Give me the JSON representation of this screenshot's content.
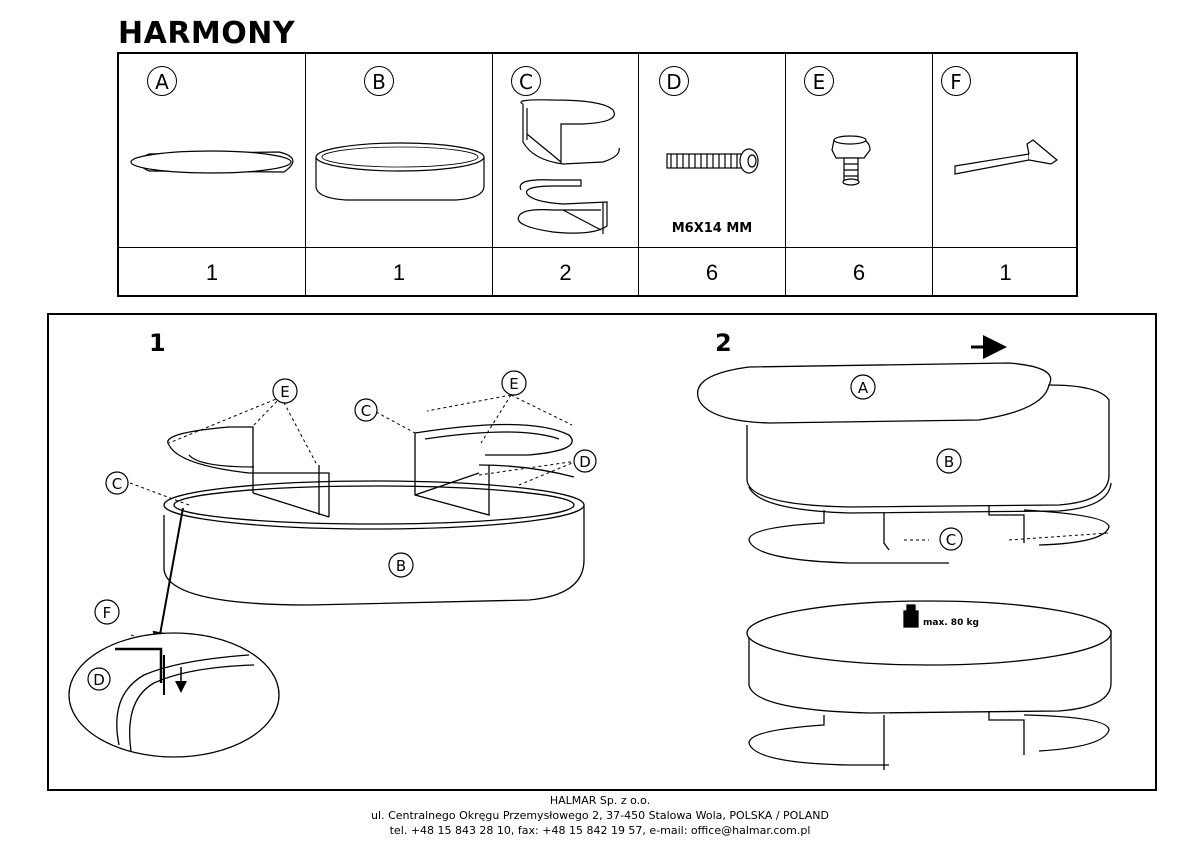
{
  "product_name": "HARMONY",
  "parts": [
    {
      "letter": "A",
      "qty": "1",
      "icon": "oval-table-top"
    },
    {
      "letter": "B",
      "qty": "1",
      "icon": "oval-base-body"
    },
    {
      "letter": "C",
      "qty": "2",
      "icon": "metal-leg-frame"
    },
    {
      "letter": "D",
      "qty": "6",
      "icon": "bolt",
      "spec": "M6X14 MM"
    },
    {
      "letter": "E",
      "qty": "6",
      "icon": "leveling-foot"
    },
    {
      "letter": "F",
      "qty": "1",
      "icon": "allen-key"
    }
  ],
  "steps": [
    {
      "number": "1",
      "labels": [
        "E",
        "E",
        "C",
        "C",
        "D",
        "B",
        "F",
        "D"
      ]
    },
    {
      "number": "2",
      "labels": [
        "A",
        "B",
        "C"
      ],
      "load_label": "max. 80 kg"
    }
  ],
  "footer": {
    "company": "HALMAR Sp. z o.o.",
    "address": "ul. Centralnego Okręgu Przemysłowego 2, 37-450 Stalowa Wola, POLSKA / POLAND",
    "contact": "tel. +48 15 843 28 10, fax: +48 15 842 19 57, e-mail: office@halmar.com.pl"
  }
}
